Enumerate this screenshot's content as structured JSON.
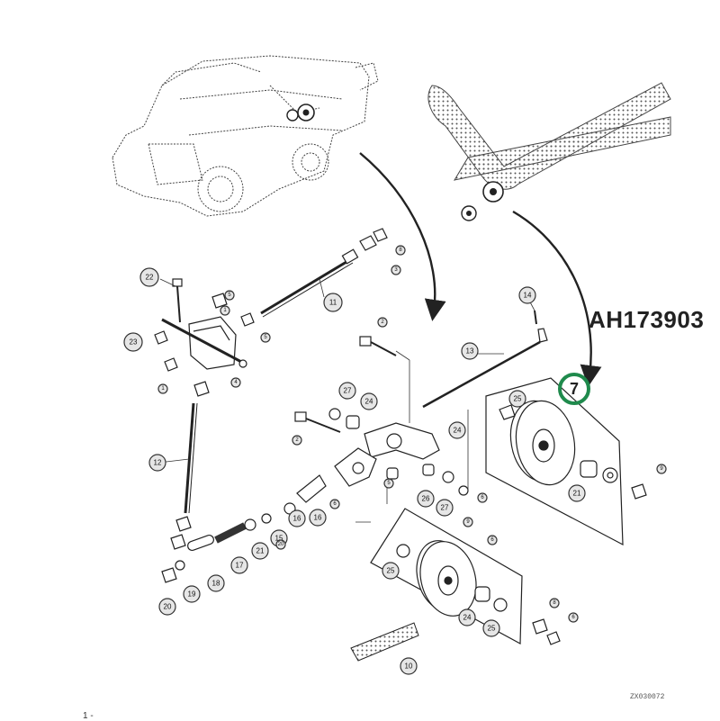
{
  "part_number": "AH173903",
  "highlighted_callout": "7",
  "figure_code": "ZX030072",
  "corner_mark": "1 -",
  "highlight_color": "#1f8a4c",
  "callouts": [
    "22",
    "5",
    "1",
    "23",
    "5",
    "4",
    "1",
    "11",
    "8",
    "3",
    "2",
    "14",
    "13",
    "27",
    "24",
    "2",
    "25",
    "12",
    "16",
    "24",
    "26",
    "27",
    "6",
    "9",
    "5",
    "6",
    "16",
    "15",
    "21",
    "20",
    "17",
    "18",
    "19",
    "20",
    "25",
    "6",
    "24",
    "25",
    "8",
    "6",
    "9",
    "10",
    "21"
  ]
}
